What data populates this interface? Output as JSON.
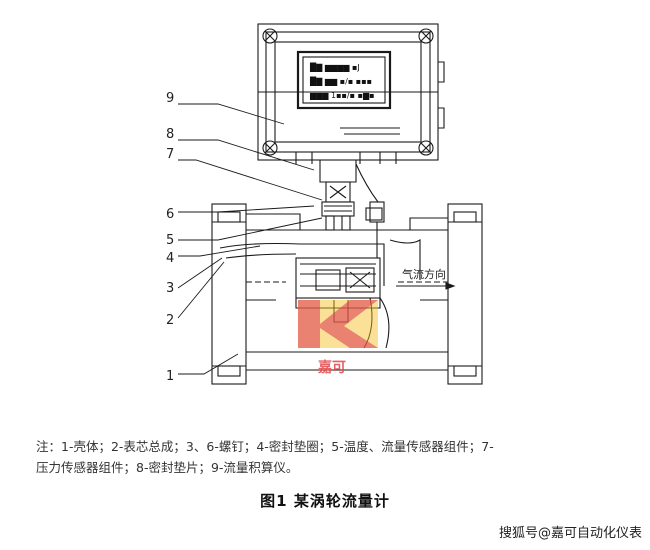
{
  "figure": {
    "callouts": [
      "1",
      "2",
      "3",
      "4",
      "5",
      "6",
      "7",
      "8",
      "9"
    ],
    "flow_label": "气流方向",
    "lcd_rows": [
      "█▇ ▆▆▆▆ ▪J",
      "█▇ ▆▆ ▪/▪ ▪▪▪",
      "▆▆▆ 1▪▪/▪ ▪▆▪"
    ],
    "logo_text": "嘉可"
  },
  "note_line1": "注：1-壳体；2-表芯总成；3、6-螺钉；4-密封垫圈；5-温度、流量传感器组件；7-",
  "note_line2": "压力传感器组件；8-密封垫片；9-流量积算仪。",
  "caption": "图1  某涡轮流量计",
  "watermark": "搜狐号@嘉可自动化仪表",
  "colors": {
    "line": "#1a1a1a",
    "logo_red": "#e0474c",
    "logo_yellow": "#f4c020"
  }
}
